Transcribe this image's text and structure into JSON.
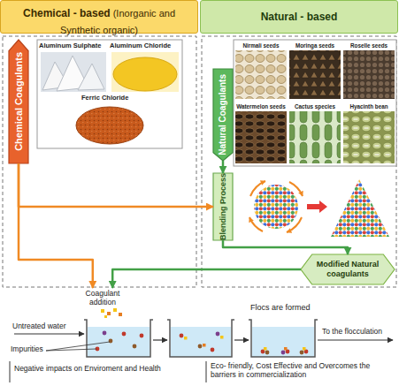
{
  "diagram": {
    "nodes": [
      {
        "text": [
          "Chemical - based",
          "(Inorganic and Synthetic organic)"
        ]
      },
      {
        "text": [
          "Natural - based"
        ]
      },
      {
        "text": [
          "Chemical Coagulants"
        ]
      },
      {
        "text": [
          "Natural Coagulants"
        ]
      },
      {
        "text": [
          "Blending Process"
        ]
      },
      {
        "text": [
          "Modified Natural coagulants"
        ]
      },
      {
        "text": [
          "Coagulant addition"
        ]
      }
    ],
    "edges": [
      {
        "from": 2,
        "to": 6,
        "arrow": "to"
      },
      {
        "from": 2,
        "to": 4,
        "arrow": "to"
      },
      {
        "from": 3,
        "to": 4,
        "arrow": "to"
      },
      {
        "from": 4,
        "to": 5,
        "arrow": "to"
      },
      {
        "from": 5,
        "to": 6,
        "arrow": "to"
      }
    ],
    "labels": [
      "Aluminum Sulphate",
      "Aluminum Chloride",
      "Ferric Chloride",
      "Nirmali seeds",
      "Moringa seeds",
      "Roselle seeds",
      "Watermelon seeds",
      "Cactus species",
      "Hyacinth bean",
      "Untreated water",
      "Impurities",
      "Flocs are formed",
      "To the flocculation",
      "Negative impacts on Enviroment and Health",
      "Eco- friendly, Cost Effective and Overcomes the barriers in commercialization"
    ]
  }
}
